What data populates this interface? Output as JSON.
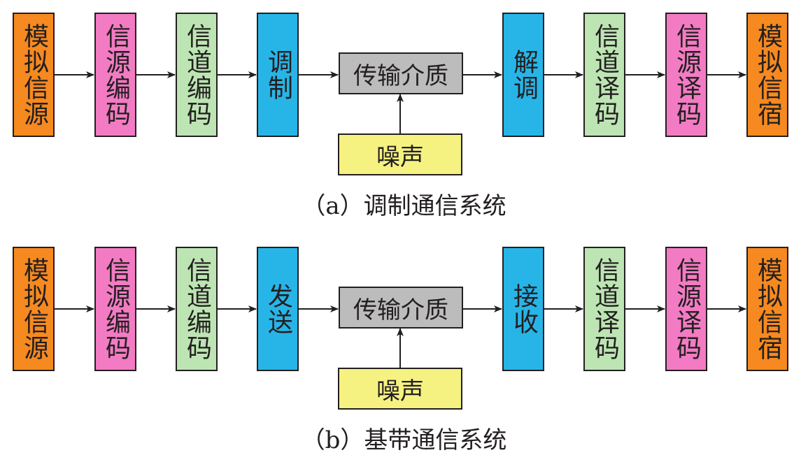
{
  "colors": {
    "source": "#f6891f",
    "source_coding": "#f27bc3",
    "channel_coding": "#bde5b3",
    "modulation": "#27b5e8",
    "medium": "#bcbcbc",
    "noise": "#f5f281",
    "line": "#231f20"
  },
  "diagram_a": {
    "caption": "（a）调制通信系统",
    "blocks": [
      {
        "label": "模拟信源",
        "type": "source"
      },
      {
        "label": "信源编码",
        "type": "source_coding"
      },
      {
        "label": "信道编码",
        "type": "channel_coding"
      },
      {
        "label": "调制",
        "type": "modulation"
      },
      {
        "label": "传输介质",
        "type": "medium"
      },
      {
        "label": "解调",
        "type": "modulation"
      },
      {
        "label": "信道译码",
        "type": "channel_coding"
      },
      {
        "label": "信源译码",
        "type": "source_coding"
      },
      {
        "label": "模拟信宿",
        "type": "source"
      }
    ],
    "noise": "噪声"
  },
  "diagram_b": {
    "caption": "（b）基带通信系统",
    "blocks": [
      {
        "label": "模拟信源",
        "type": "source"
      },
      {
        "label": "信源编码",
        "type": "source_coding"
      },
      {
        "label": "信道编码",
        "type": "channel_coding"
      },
      {
        "label": "发送",
        "type": "modulation"
      },
      {
        "label": "传输介质",
        "type": "medium"
      },
      {
        "label": "接收",
        "type": "modulation"
      },
      {
        "label": "信道译码",
        "type": "channel_coding"
      },
      {
        "label": "信源译码",
        "type": "source_coding"
      },
      {
        "label": "模拟信宿",
        "type": "source"
      }
    ],
    "noise": "噪声"
  }
}
